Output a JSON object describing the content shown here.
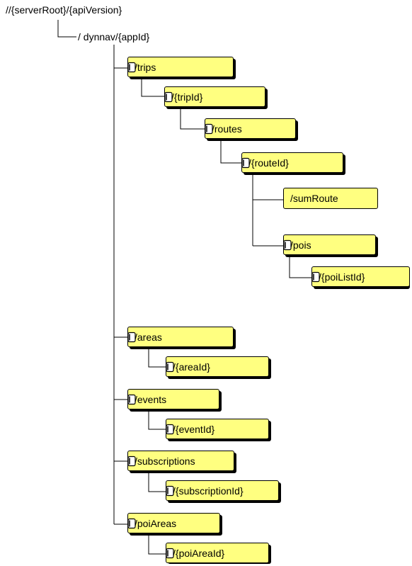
{
  "root": {
    "label": "//{serverRoot}/{apiVersion}"
  },
  "app": {
    "label": "/ dynnav/{appId}"
  },
  "nodes": {
    "trips": "/trips",
    "tripId": "/{tripId}",
    "routes": "/routes",
    "routeId": "/{routeId}",
    "sumRoute": "/sumRoute",
    "pois": "/pois",
    "poiListId": "/{poiListId}",
    "areas": "/areas",
    "areaId": "/{areaId}",
    "events": "/events",
    "eventId": "/{eventId}",
    "subscriptions": "/subscriptions",
    "subscriptionId": "/{subscriptionId}",
    "poiAreas": "/poiAreas",
    "poiAreaId": "/{poiAreaId}"
  },
  "colors": {
    "node_fill": "#ffff80",
    "line": "#000000",
    "shadow": "#000000"
  },
  "icons": {
    "resource": "document-icon"
  }
}
